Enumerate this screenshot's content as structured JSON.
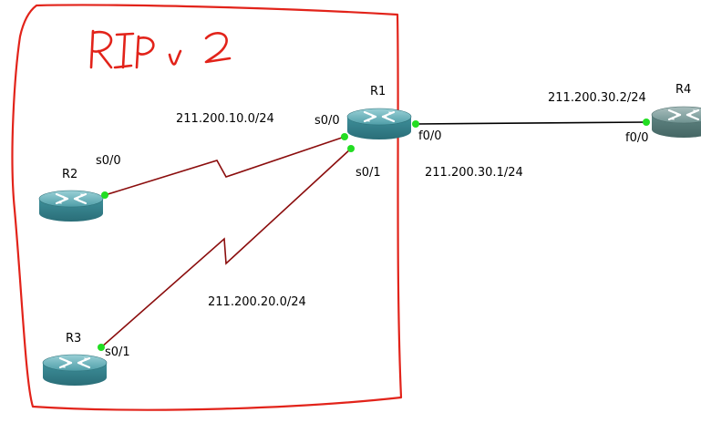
{
  "annotation": {
    "text": "RIP v2"
  },
  "routers": {
    "r1": {
      "name": "R1"
    },
    "r2": {
      "name": "R2"
    },
    "r3": {
      "name": "R3"
    },
    "r4": {
      "name": "R4"
    }
  },
  "interfaces": {
    "r1_s0_0": "s0/0",
    "r1_s0_1": "s0/1",
    "r1_f0_0": "f0/0",
    "r2_s0_0": "s0/0",
    "r3_s0_1": "s0/1",
    "r4_f0_0": "f0/0"
  },
  "networks": {
    "r1_r2": "211.200.10.0/24",
    "r1_r3": "211.200.20.0/24",
    "r1_f0_ip": "211.200.30.1/24",
    "r4_f0_ip": "211.200.30.2/24"
  },
  "colors": {
    "annotation": "#e2231a",
    "serial_link": "#8b0d0d",
    "ethernet_link": "#000000",
    "interface_dot": "#22dd22",
    "router_body": "#3e8f9a",
    "router_r4_body": "#5f8583"
  }
}
